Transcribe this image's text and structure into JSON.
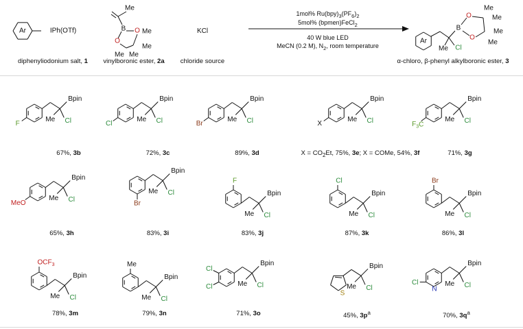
{
  "scheme": {
    "reagents": [
      {
        "label": "diphenyliodonium salt, ",
        "id": "1",
        "ring_label": "Ar",
        "group": "IPh(OTf)"
      },
      {
        "label": "vinylboronic ester, ",
        "id": "2a",
        "atoms": [
          "Me",
          "B",
          "O",
          "O",
          "Me",
          "Me",
          "Me",
          "Me"
        ]
      },
      {
        "label": "chloride source",
        "id": "",
        "formula": "KCl"
      }
    ],
    "conditions_above": [
      "1mol% Ru(bpy)3(PF6)2",
      "5mol% (bpmen)FeCl2"
    ],
    "conditions_below": [
      "40 W blue LED",
      "MeCN (0.2 M), N2, room temperature"
    ],
    "product": {
      "label": "α-chloro, β-phenyl alkylboronic ester, ",
      "id": "3",
      "ring_label": "Ar",
      "atoms": [
        "B",
        "O",
        "O",
        "Me",
        "Me",
        "Me",
        "Me",
        "Me",
        "Cl"
      ]
    }
  },
  "substrates": [
    {
      "yield": "67%, ",
      "id": "3b",
      "sub": "F"
    },
    {
      "yield": "72%, ",
      "id": "3c",
      "sub": "Cl"
    },
    {
      "yield": "89%, ",
      "id": "3d",
      "sub": "Br"
    },
    {
      "yield": "X = CO2Et, 75%, 3e; X = COMe, 54%, 3f",
      "id": "",
      "sub": "X"
    },
    {
      "yield": "71%, ",
      "id": "3g",
      "sub": "F3C"
    },
    {
      "yield": "65%, ",
      "id": "3h",
      "sub": "MeO"
    },
    {
      "yield": "83%, ",
      "id": "3i",
      "sub": "Br"
    },
    {
      "yield": "83%, ",
      "id": "3j",
      "sub": "F"
    },
    {
      "yield": "87%, ",
      "id": "3k",
      "sub": "Cl"
    },
    {
      "yield": "86%, ",
      "id": "3l",
      "sub": "Br"
    },
    {
      "yield": "78%, ",
      "id": "3m",
      "sub": "OCF3"
    },
    {
      "yield": "79%, ",
      "id": "3n",
      "sub": "Me"
    },
    {
      "yield": "71%, ",
      "id": "3o",
      "sub": "Cl, Cl"
    },
    {
      "yield": "45%, ",
      "id": "3p",
      "sup": "a",
      "sub": "S"
    },
    {
      "yield": "70%, ",
      "id": "3q",
      "sup": "a",
      "sub": "Cl, N"
    }
  ],
  "common_labels": {
    "bpin": "Bpin",
    "me": "Me",
    "cl": "Cl"
  }
}
